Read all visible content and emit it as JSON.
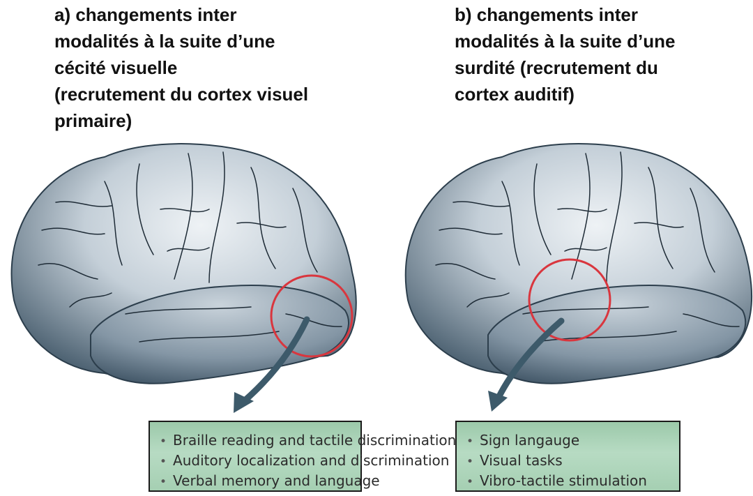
{
  "panel_a": {
    "title": "a) changements inter\nmodalités à la suite d’une\ncécité visuelle\n(recrutement du cortex visuel\nprimaire)",
    "items": [
      "Braille reading and tactile discrimination",
      "Auditory localization and discrimination",
      "Verbal memory and language"
    ]
  },
  "panel_b": {
    "title": "b) changements inter\nmodalités à la suite d’une\nsurdité (recrutement du\ncortex auditif)",
    "items": [
      "Sign langauge",
      "Visual tasks",
      "Vibro-tactile stimulation"
    ]
  },
  "colors": {
    "brain_light": "#e8edf1",
    "brain_dark": "#3f5566",
    "highlight_circle": "#d9363e",
    "arrow": "#3d5a6a",
    "box_fill": "#a9d2b6"
  },
  "icons": [
    "brain-illustration",
    "highlight-circle",
    "curved-arrow"
  ]
}
